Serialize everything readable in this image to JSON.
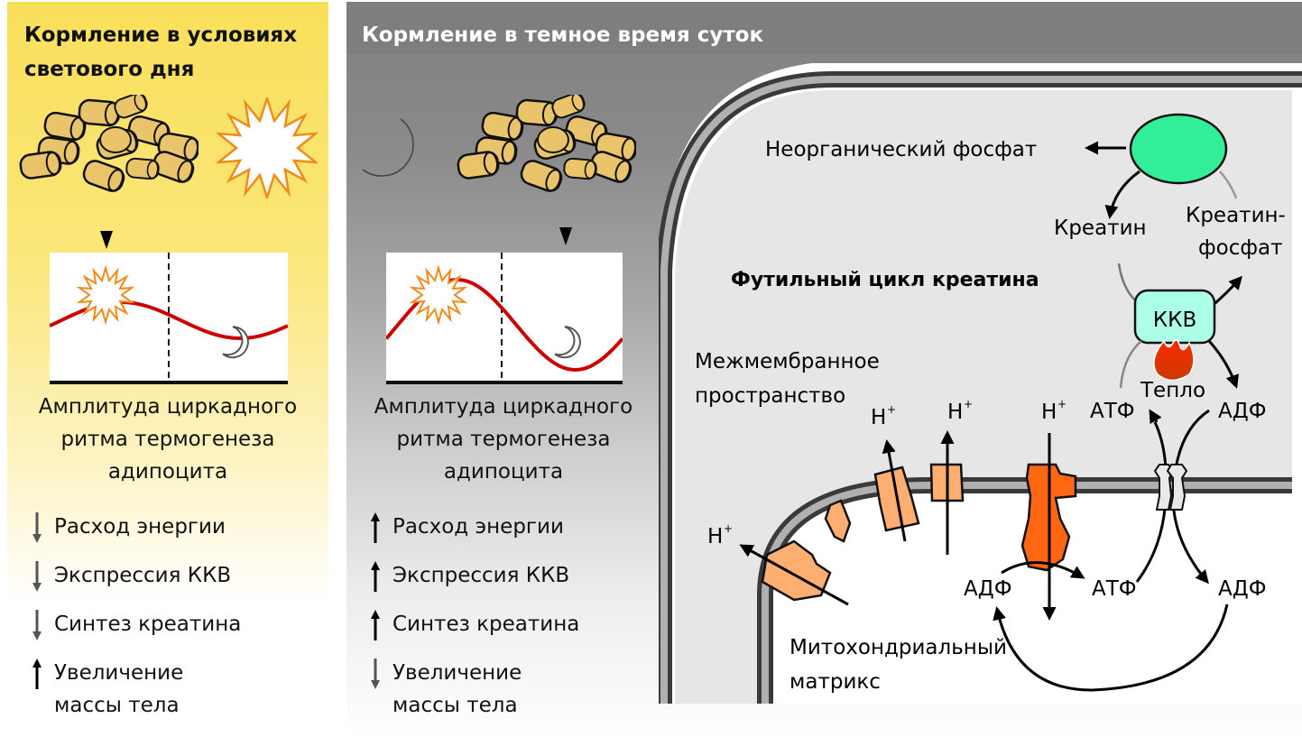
{
  "day_panel": {
    "title_line1": "Кормление в условиях",
    "title_line2": "светового дня",
    "icons": [
      "food-pellets-icon",
      "sun-icon"
    ],
    "chart_caption": [
      "Амплитуда циркадного",
      "ритма термогенеза",
      "адипоцита"
    ],
    "effects": [
      {
        "direction": "down",
        "label": "Расход энергии"
      },
      {
        "direction": "down",
        "label": "Экспрессия ККВ"
      },
      {
        "direction": "down",
        "label": "Синтез креатина"
      },
      {
        "direction": "up",
        "label": "Увеличение",
        "label2": "массы тела"
      }
    ],
    "rhythm_amplitude": "low"
  },
  "night_panel": {
    "title": "Кормление в темное время суток",
    "icons": [
      "moon-icon",
      "food-pellets-icon"
    ],
    "chart_caption": [
      "Амплитуда циркадного",
      "ритма термогенеза",
      "адипоцита"
    ],
    "effects": [
      {
        "direction": "up",
        "label": "Расход энергии"
      },
      {
        "direction": "up",
        "label": "Экспрессия ККВ"
      },
      {
        "direction": "up",
        "label": "Синтез креатина"
      },
      {
        "direction": "down",
        "label": "Увеличение",
        "label2": "массы тела"
      }
    ],
    "rhythm_amplitude": "high"
  },
  "mito": {
    "cycle_title": "Футильный цикл креатина",
    "inorganic_phosphate": "Неорганический фосфат",
    "creatine": "Креатин",
    "creatine_phosphate_1": "Креатин-",
    "creatine_phosphate_2": "фосфат",
    "enzyme": "ККВ",
    "heat": "Тепло",
    "atp": "АТФ",
    "adp": "АДФ",
    "proton": "H",
    "proton_charge": "+",
    "intermembrane_1": "Межмембранное",
    "intermembrane_2": "пространство",
    "matrix_1": "Митохондриальный",
    "matrix_2": "матрикс"
  },
  "colors": {
    "day_bg": "#f9df5a",
    "night_bg": "#808080",
    "curve": "#cc0000",
    "sun": "#f08a1a",
    "pellet": "#e9c46a",
    "phosphate": "#33ee99",
    "enzyme": "#aaffe6",
    "complex_light": "#fdae70",
    "atp_synthase": "#ff6611"
  }
}
